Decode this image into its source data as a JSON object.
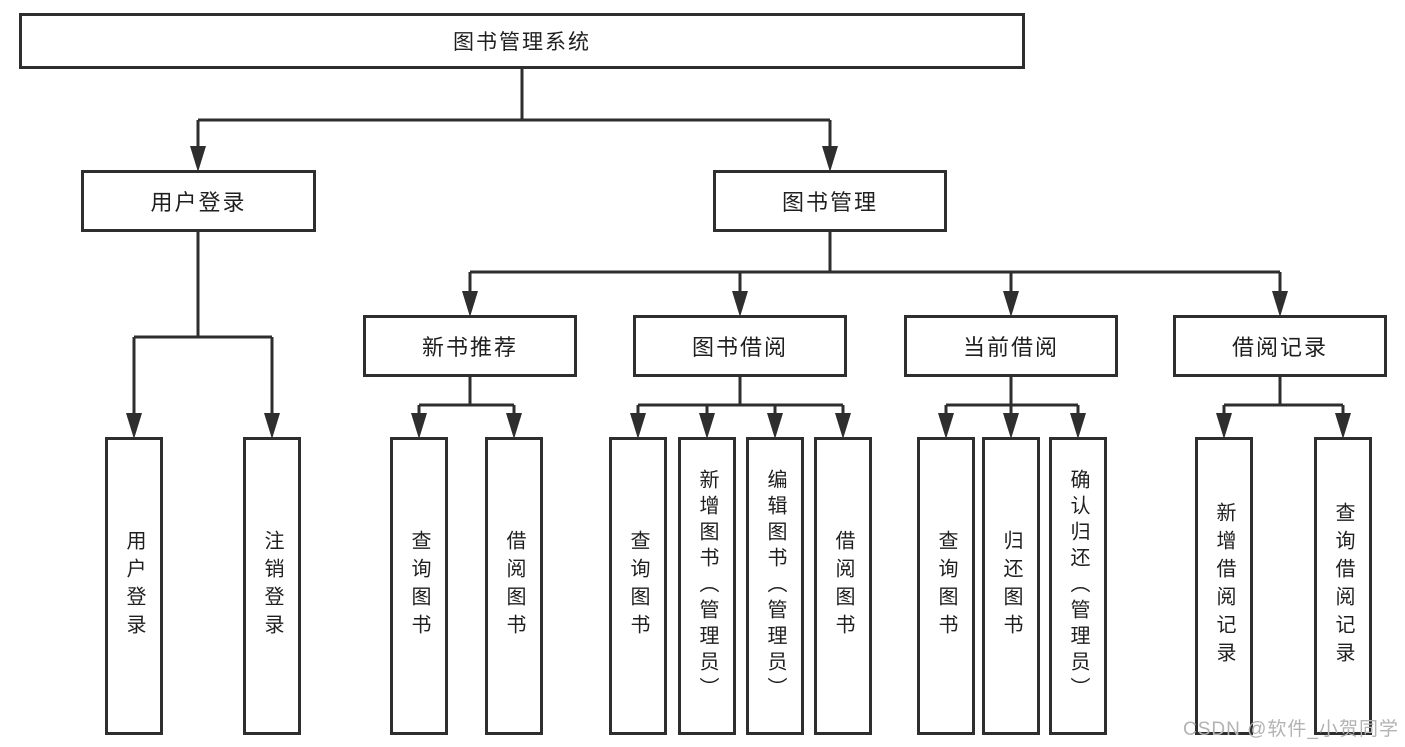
{
  "colors": {
    "line": "#2e2e2e",
    "border": "#2e2e2e",
    "text": "#1f1f1f",
    "background": "#ffffff",
    "watermark": "#b3b3b3"
  },
  "tree": {
    "root": {
      "label": "图书管理系统"
    },
    "children": [
      {
        "label": "用户登录",
        "children": [
          {
            "label": "用户登录"
          },
          {
            "label": "注销登录"
          }
        ]
      },
      {
        "label": "图书管理",
        "children": [
          {
            "label": "新书推荐",
            "children": [
              {
                "label": "查询图书"
              },
              {
                "label": "借阅图书"
              }
            ]
          },
          {
            "label": "图书借阅",
            "children": [
              {
                "label": "查询图书"
              },
              {
                "label": "新增图书（管理员）"
              },
              {
                "label": "编辑图书（管理员）"
              },
              {
                "label": "借阅图书"
              }
            ]
          },
          {
            "label": "当前借阅",
            "children": [
              {
                "label": "查询图书"
              },
              {
                "label": "归还图书"
              },
              {
                "label": "确认归还（管理员）"
              }
            ]
          },
          {
            "label": "借阅记录",
            "children": [
              {
                "label": "新增借阅记录"
              },
              {
                "label": "查询借阅记录"
              }
            ]
          }
        ]
      }
    ]
  },
  "watermark": {
    "text": "CSDN @软件_小贺同学"
  }
}
